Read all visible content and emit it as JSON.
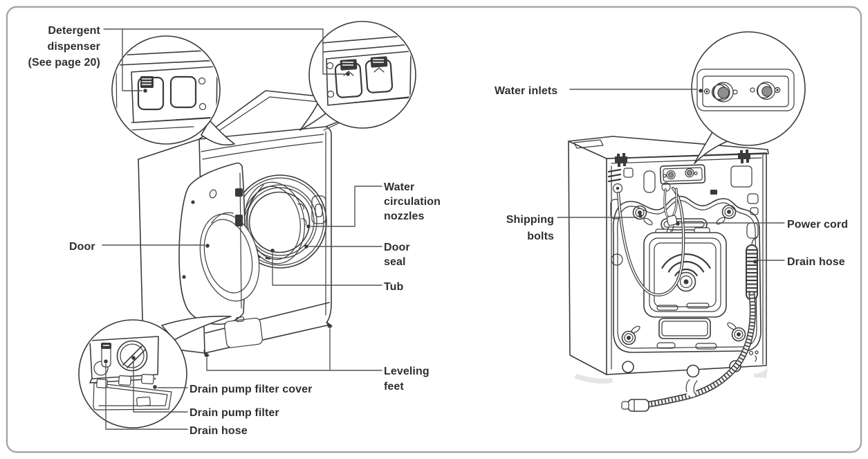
{
  "figure": {
    "kind": "washing-machine-parts-diagram",
    "views": {
      "front": {
        "name": "front view",
        "labels": {
          "detergent_dispenser": "Detergent\ndispenser\n(See page 20)",
          "door": "Door",
          "water_circulation_nozzles": "Water\ncirculation\nnozzles",
          "door_seal": "Door\nseal",
          "tub": "Tub",
          "leveling_feet": "Leveling\nfeet",
          "drain_pump_filter_cover": "Drain pump filter cover",
          "drain_pump_filter": "Drain pump filter",
          "drain_hose": "Drain hose"
        }
      },
      "rear": {
        "name": "rear view",
        "labels": {
          "water_inlets": "Water inlets",
          "shipping_bolts": "Shipping\nbolts",
          "power_cord": "Power cord",
          "drain_hose": "Drain hose"
        }
      }
    },
    "colors": {
      "line": "#3a3a3c",
      "text": "#2f2f31",
      "page_border": "#a6a6a8",
      "connector_gray": "#8f8f91",
      "shadow_gray": "#cfcfcf"
    }
  }
}
